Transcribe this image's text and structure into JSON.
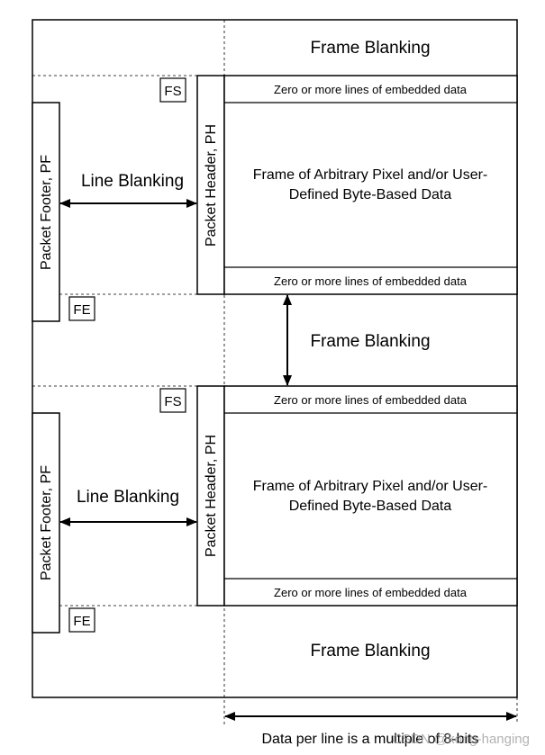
{
  "diagram": {
    "frame_blanking_top": "Frame Blanking",
    "frame_blanking_middle": "Frame Blanking",
    "frame_blanking_bottom": "Frame Blanking",
    "frame1": {
      "fs": "FS",
      "fe": "FE",
      "packet_footer": "Packet Footer, PF",
      "packet_header": "Packet Header, PH",
      "line_blanking": "Line Blanking",
      "embedded_top": "Zero or more lines of embedded data",
      "payload_line1": "Frame of Arbitrary Pixel and/or User-",
      "payload_line2": "Defined Byte-Based Data",
      "embedded_bottom": "Zero or more lines of embedded data"
    },
    "frame2": {
      "fs": "FS",
      "fe": "FE",
      "packet_footer": "Packet Footer, PF",
      "packet_header": "Packet Header, PH",
      "line_blanking": "Line Blanking",
      "embedded_top": "Zero or more lines of embedded data",
      "payload_line1": "Frame of Arbitrary Pixel and/or User-",
      "payload_line2": "Defined Byte-Based Data",
      "embedded_bottom": "Zero or more lines of embedded data"
    },
    "data_per_line": "Data per line is a multiple of 8-bits",
    "watermark": "CSDN @kong-hanging"
  }
}
